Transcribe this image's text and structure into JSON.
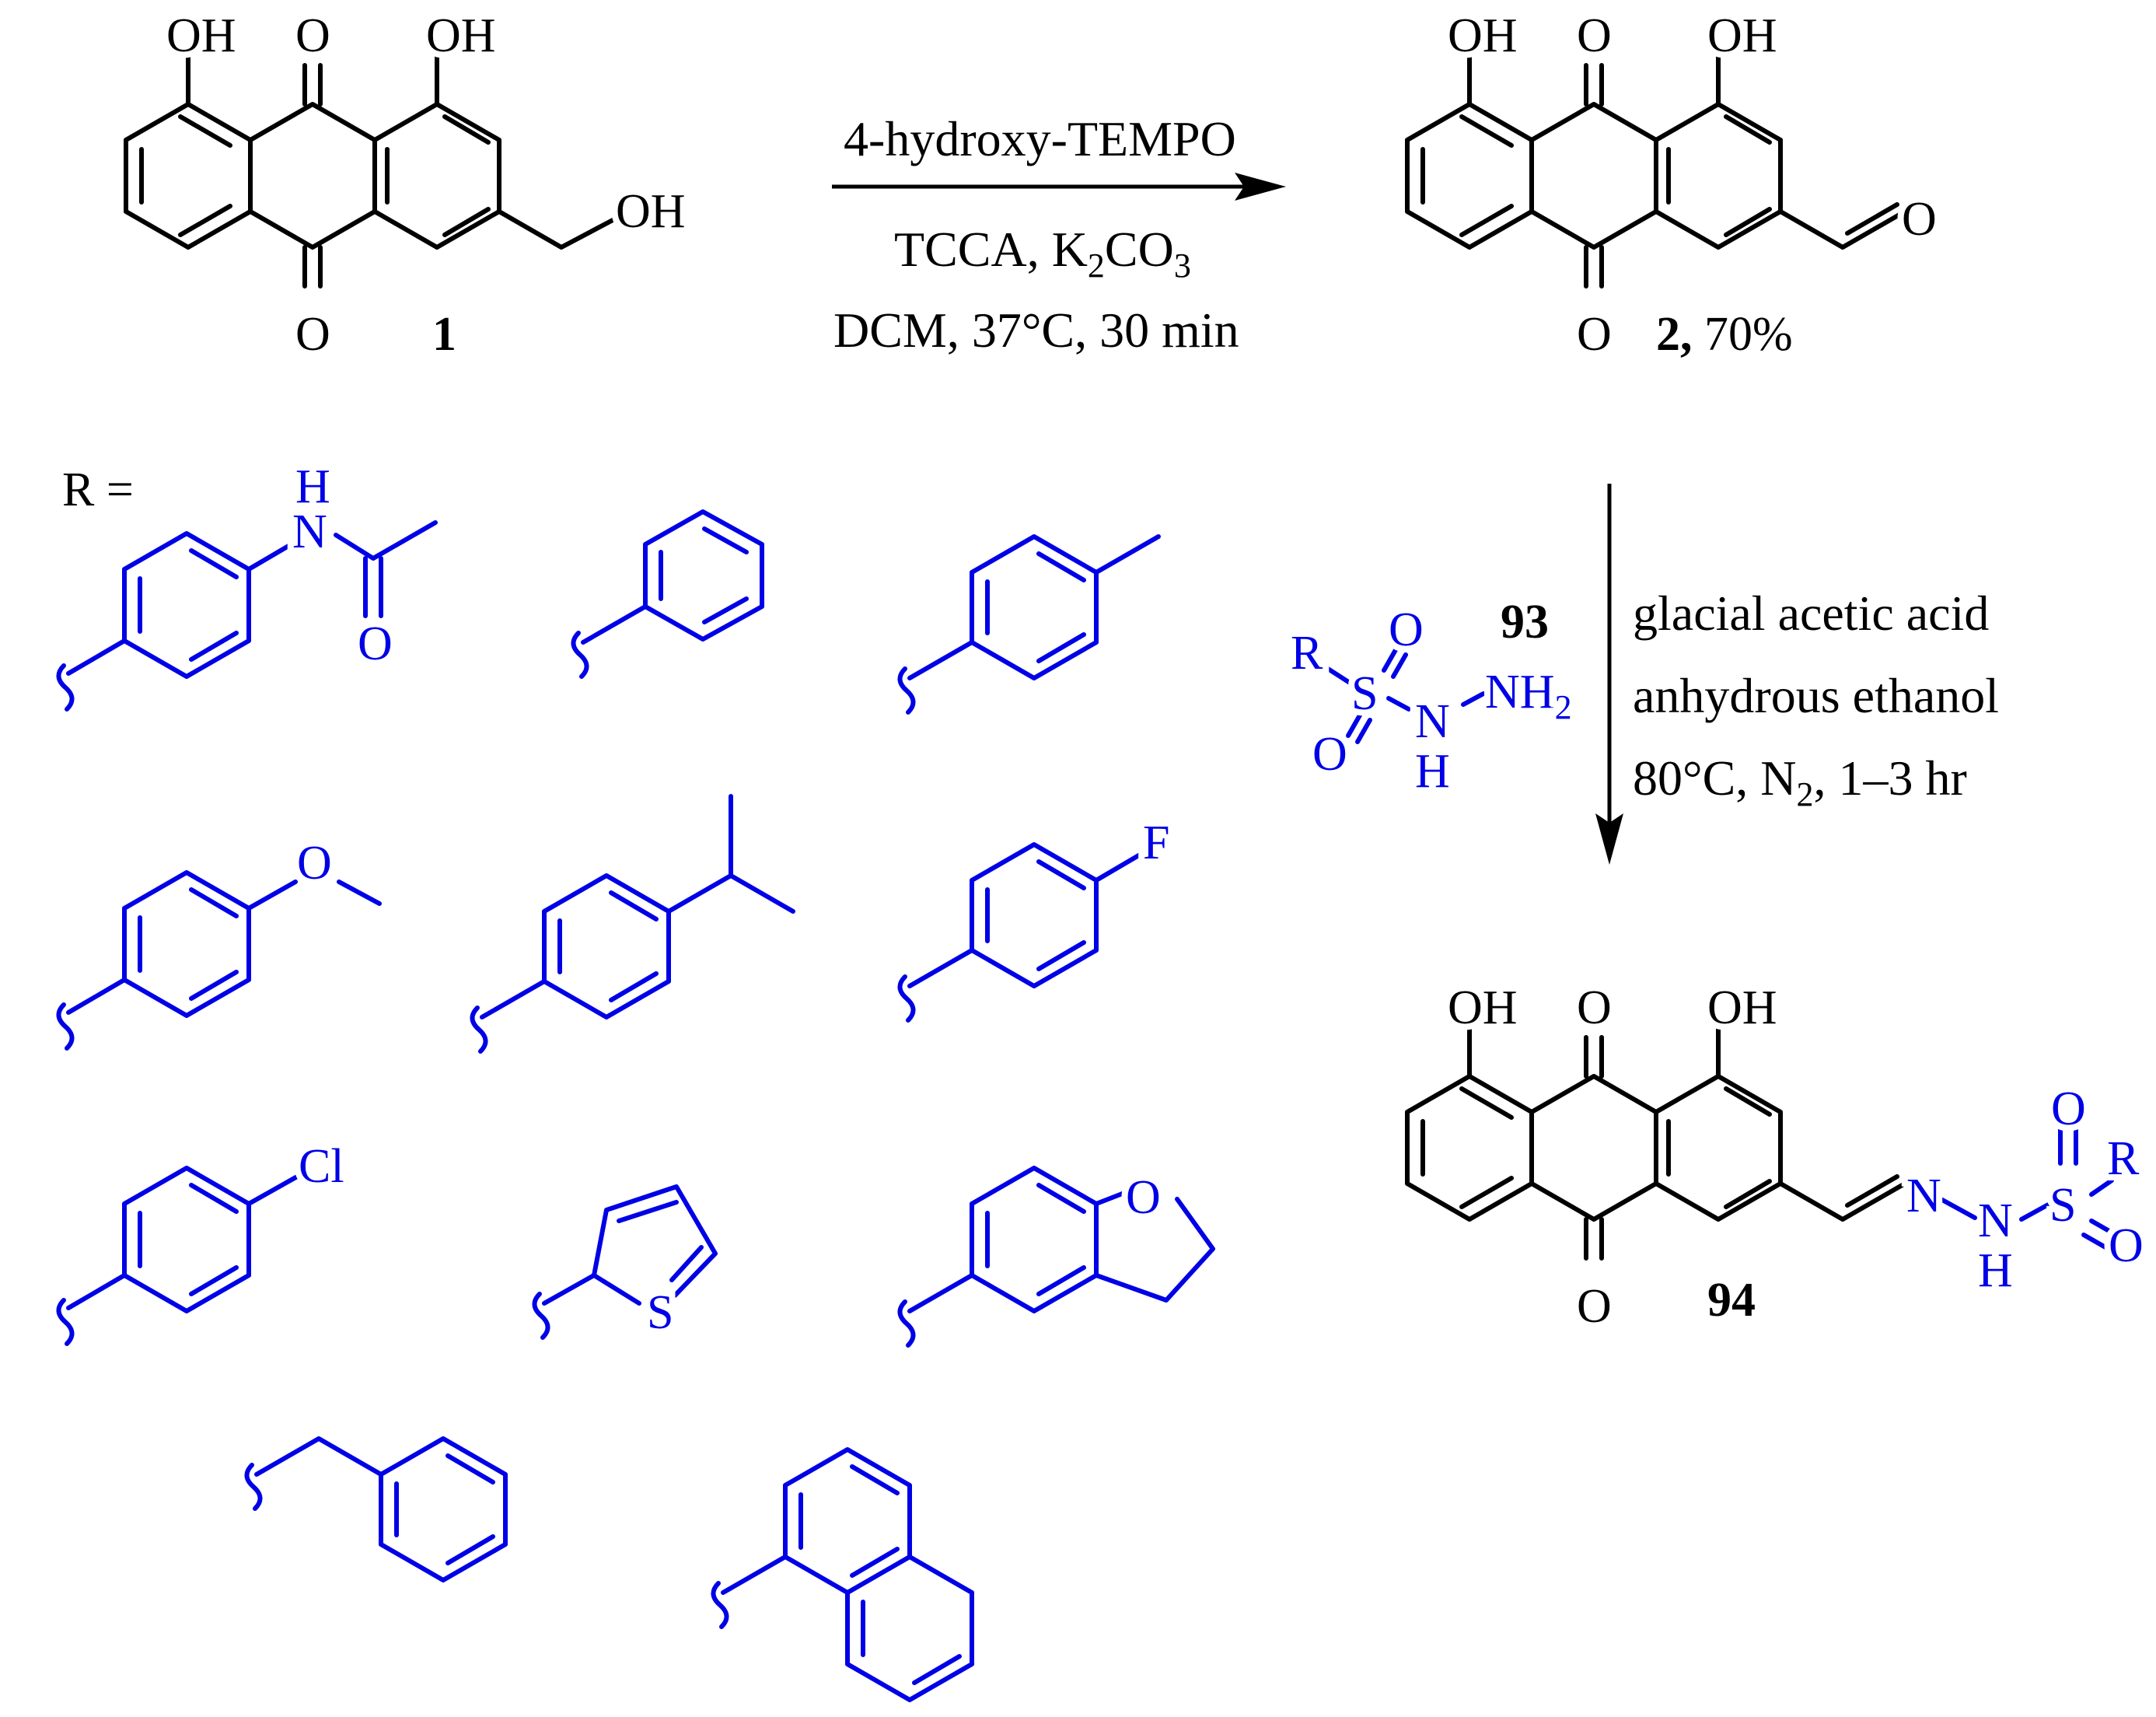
{
  "scheme": {
    "labels": {
      "oh": "OH",
      "o": "O",
      "h": "H",
      "n": "N",
      "s": "S",
      "f": "F",
      "cl": "Cl",
      "r": "R",
      "nh": "NH",
      "nh2_subscript": "2",
      "r_equals": "R ="
    },
    "compound_1": {
      "label": "1"
    },
    "compound_2": {
      "label": "2,",
      "yield": "70%"
    },
    "compound_93": {
      "label": "93"
    },
    "compound_94": {
      "label": "94"
    },
    "step1_conditions": {
      "reagent": "4-hydroxy-TEMPO",
      "oxidant_prefix": "TCCA, K",
      "oxidant_sub1": "2",
      "oxidant_mid": "CO",
      "oxidant_sub2": "3",
      "solvent_temp_time": "DCM, 37°C, 30 min"
    },
    "step2_conditions": {
      "line1": "glacial acetic acid",
      "line2": "anhydrous ethanol",
      "line3_prefix": "80°C, N",
      "line3_sub": "2",
      "line3_suffix": ", 1–3 hr"
    },
    "colors": {
      "core_structure": "#000000",
      "substituent": "#0000e6"
    }
  }
}
